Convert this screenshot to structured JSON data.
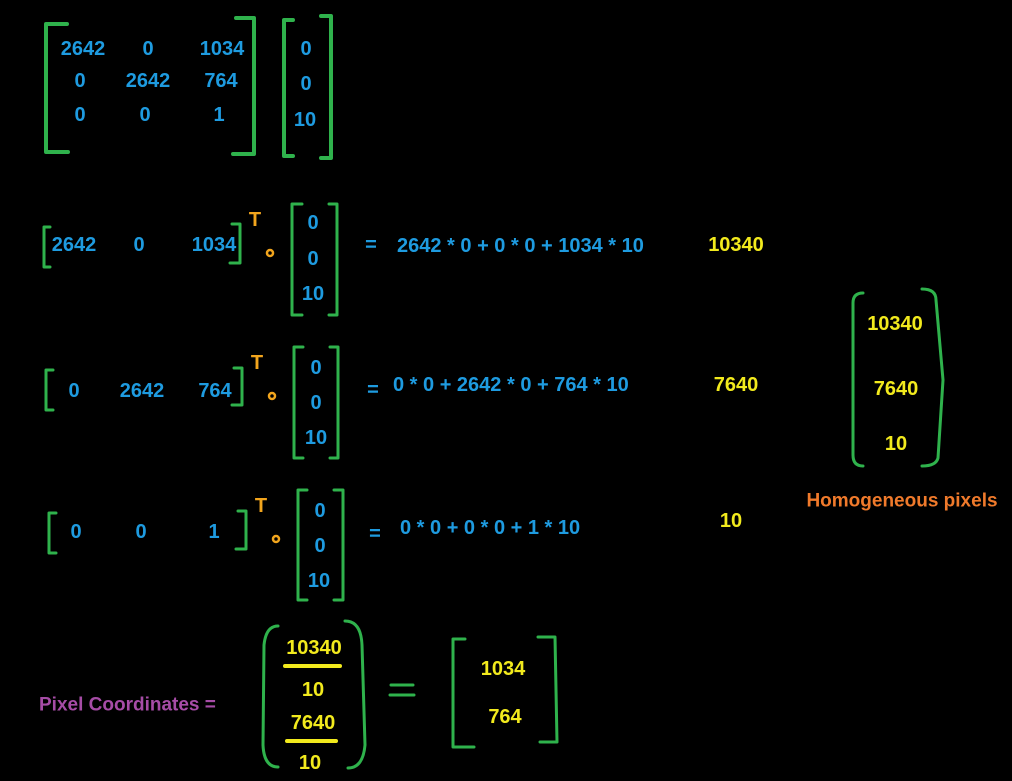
{
  "matrix_K": {
    "rows": [
      [
        "2642",
        "0",
        "1034"
      ],
      [
        "0",
        "2642",
        "764"
      ],
      [
        "0",
        "0",
        "1"
      ]
    ]
  },
  "point_vector": [
    "0",
    "0",
    "10"
  ],
  "row_products": [
    {
      "row": [
        "2642",
        "0",
        "1034"
      ],
      "transpose_mark": "T",
      "dot_mark": "•",
      "vector": [
        "0",
        "0",
        "10"
      ],
      "equals": "=",
      "expression": "2642 * 0 + 0 * 0 + 1034 * 10",
      "result": "10340"
    },
    {
      "row": [
        "0",
        "2642",
        "764"
      ],
      "transpose_mark": "T",
      "dot_mark": "•",
      "vector": [
        "0",
        "0",
        "10"
      ],
      "equals": "=",
      "expression": "0 * 0 + 2642 * 0 + 764 * 10",
      "result": "7640"
    },
    {
      "row": [
        "0",
        "0",
        "1"
      ],
      "transpose_mark": "T",
      "dot_mark": "•",
      "vector": [
        "0",
        "0",
        "10"
      ],
      "equals": "=",
      "expression": "0 * 0 + 0 * 0 + 1 * 10",
      "result": "10"
    }
  ],
  "homogeneous": {
    "values": [
      "10340",
      "7640",
      "10"
    ],
    "label": "Homogeneous pixels"
  },
  "pixel_coordinates": {
    "label": "Pixel Coordinates =",
    "fractions": [
      {
        "numerator": "10340",
        "denominator": "10"
      },
      {
        "numerator": "7640",
        "denominator": "10"
      }
    ],
    "equals": "=",
    "result": [
      "1034",
      "764"
    ]
  },
  "colors": {
    "bracket": "#2fb24c",
    "number": "#1e9be0",
    "result": "#f2ea1d",
    "homogeneous_label": "#f07a2b",
    "pixel_label": "#a64ca6",
    "background": "#000000"
  }
}
